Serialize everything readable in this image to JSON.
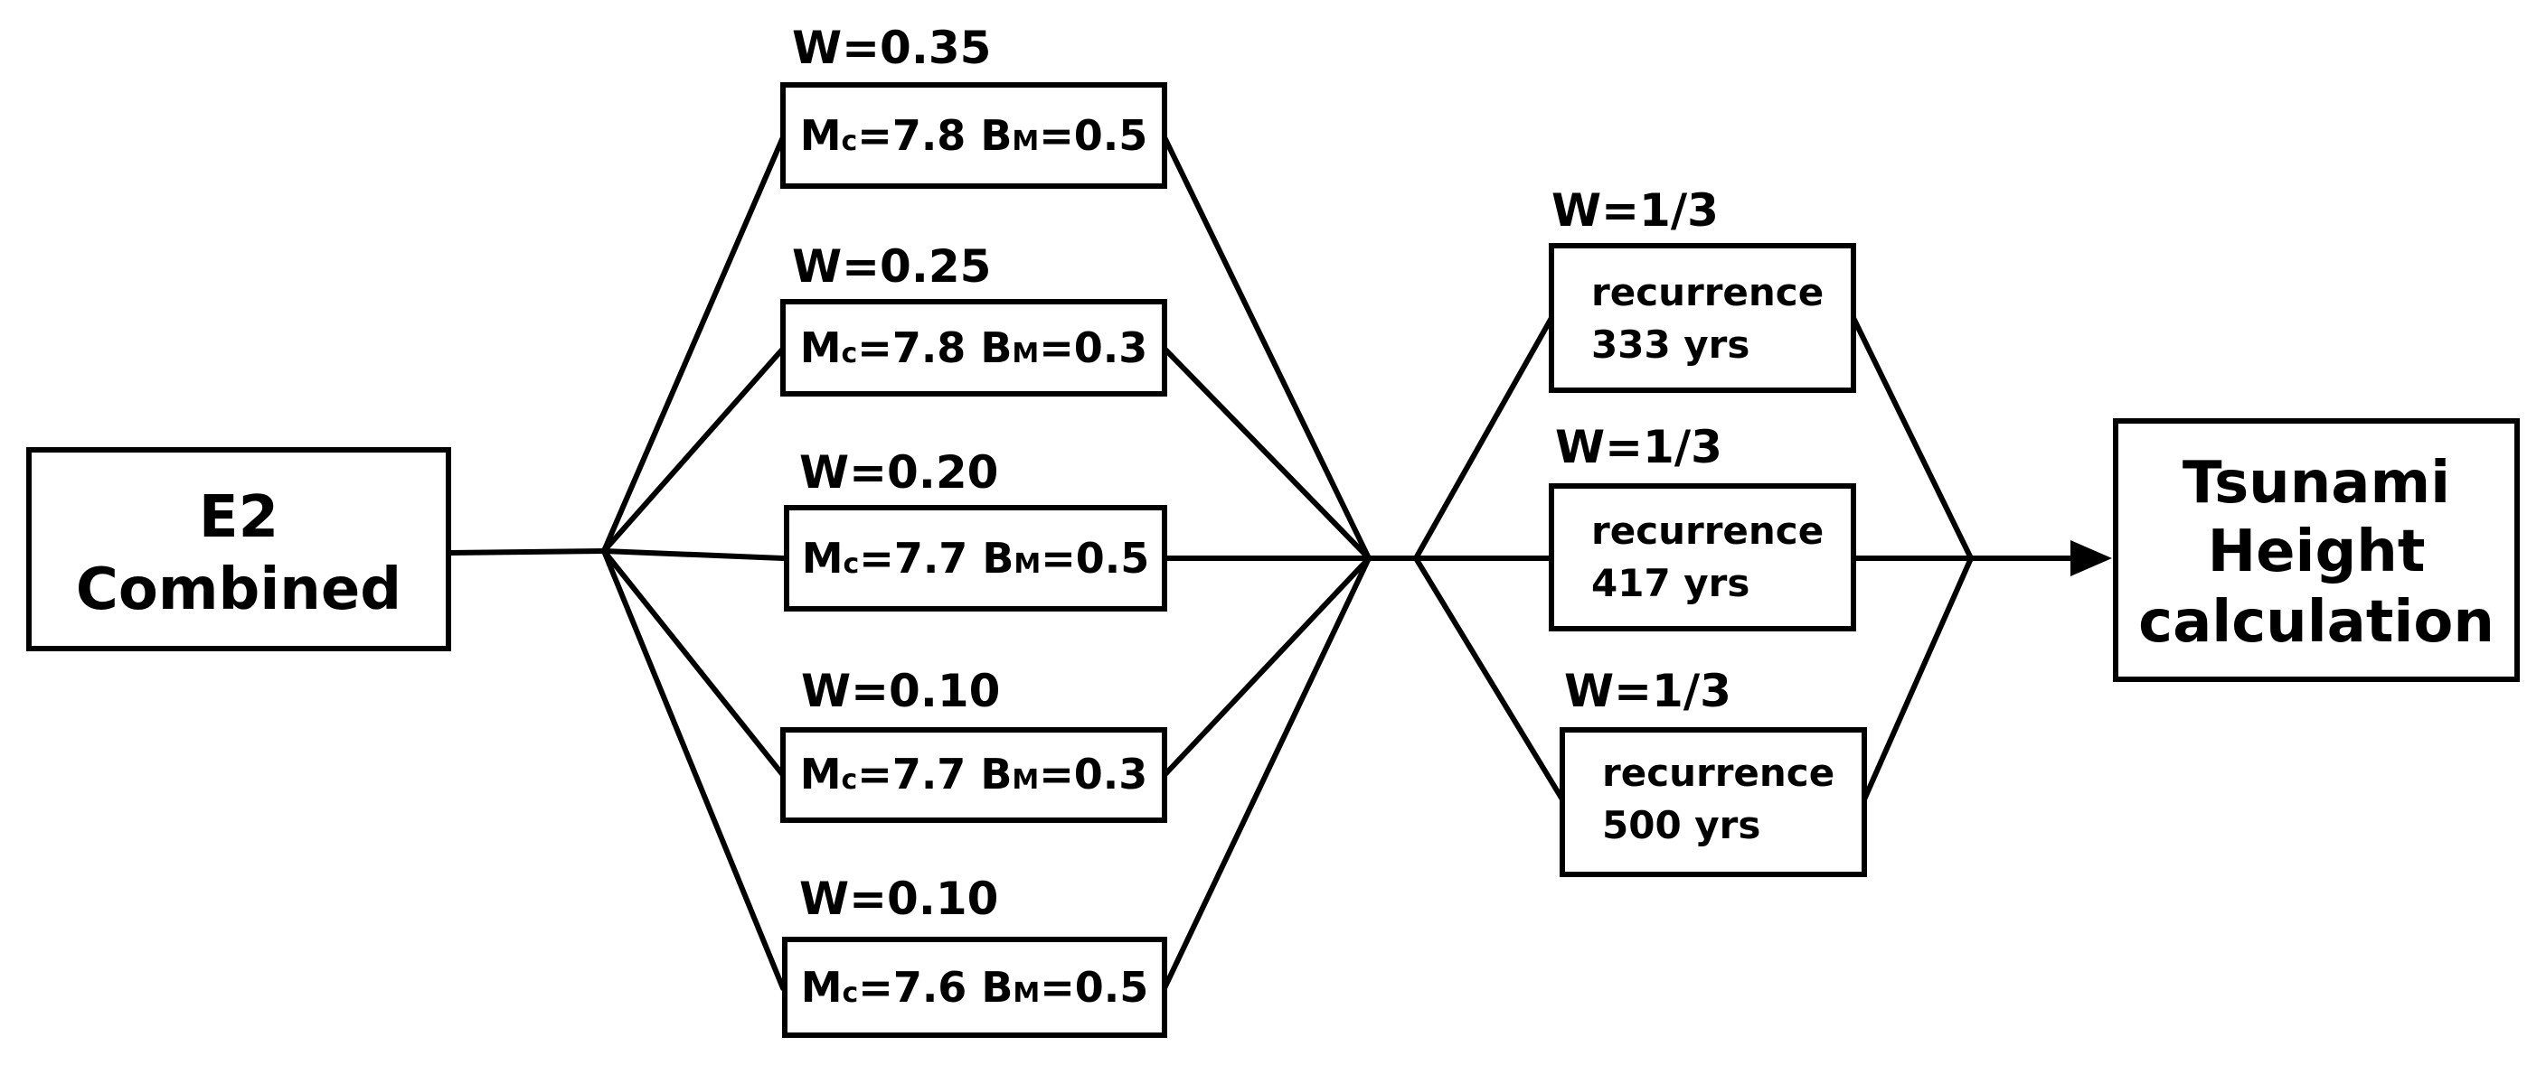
{
  "source": {
    "line1": "E2",
    "line2": "Combined"
  },
  "magnitude_branches": [
    {
      "weight": "W=0.35",
      "mc": "7.8",
      "bm": "0.5"
    },
    {
      "weight": "W=0.25",
      "mc": "7.8",
      "bm": "0.3"
    },
    {
      "weight": "W=0.20",
      "mc": "7.7",
      "bm": "0.5"
    },
    {
      "weight": "W=0.10",
      "mc": "7.7",
      "bm": "0.3"
    },
    {
      "weight": "W=0.10",
      "mc": "7.6",
      "bm": "0.5"
    }
  ],
  "labels": {
    "m": "M",
    "c_sub": "c",
    "b": "B",
    "m_sub": "M",
    "eq": "="
  },
  "recurrence_branches": [
    {
      "weight": "W=1/3",
      "line1": "recurrence",
      "line2": "333 yrs"
    },
    {
      "weight": "W=1/3",
      "line1": "recurrence",
      "line2": "417 yrs"
    },
    {
      "weight": "W=1/3",
      "line1": "recurrence",
      "line2": "500 yrs"
    }
  ],
  "result": {
    "line1": "Tsunami",
    "line2": "Height",
    "line3": "calculation"
  }
}
